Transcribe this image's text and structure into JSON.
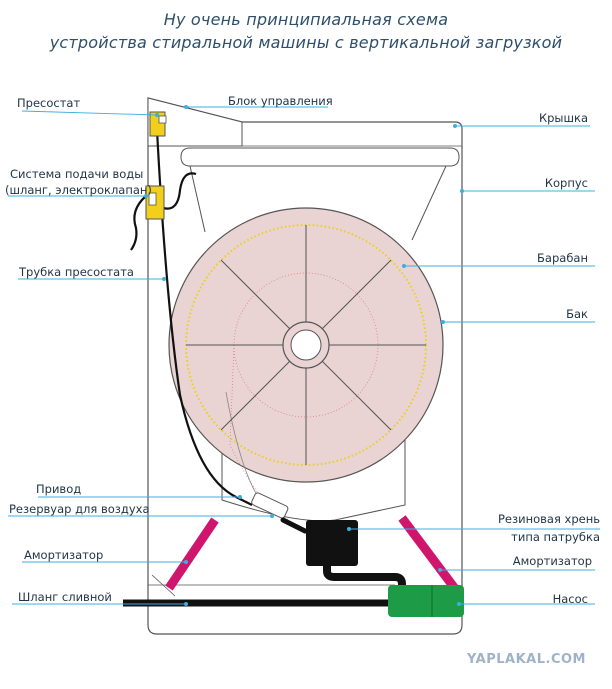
{
  "title": {
    "line1": "Ну очень принципиальная схема",
    "line2": "устройства стиральной машины с вертикальной загрузкой"
  },
  "labels": {
    "pressostat": "Пресостат",
    "control_block": "Блок управления",
    "water_supply_1": "Система подачи воды",
    "water_supply_2": "(шланг, электроклапан)",
    "pressostat_tube": "Трубка пресостата",
    "drive": "Привод",
    "air_reservoir": "Резервуар для воздуха",
    "shock_absorber_left": "Амортизатор",
    "drain_hose": "Шланг сливной",
    "lid": "Крышка",
    "body": "Корпус",
    "drum": "Барабан",
    "tank": "Бак",
    "rubber_pipe_1": "Резиновая хрень",
    "rubber_pipe_2": "типа патрубка",
    "shock_absorber_right": "Амортизатор",
    "pump": "Насос"
  },
  "watermark": "YAPLAKAL.COM",
  "colors": {
    "leader_line": "#3bb0de",
    "label_text": "#1f3346",
    "title_text": "#2e4f6b",
    "outline": "#555555",
    "tank_fill": "#e9d3d3",
    "drum_dots": "#e8d21a",
    "shock_absorber": "#d0156d",
    "pump": "#1e9b46",
    "pressostat": "#f2cf1c",
    "hose": "#111111"
  }
}
